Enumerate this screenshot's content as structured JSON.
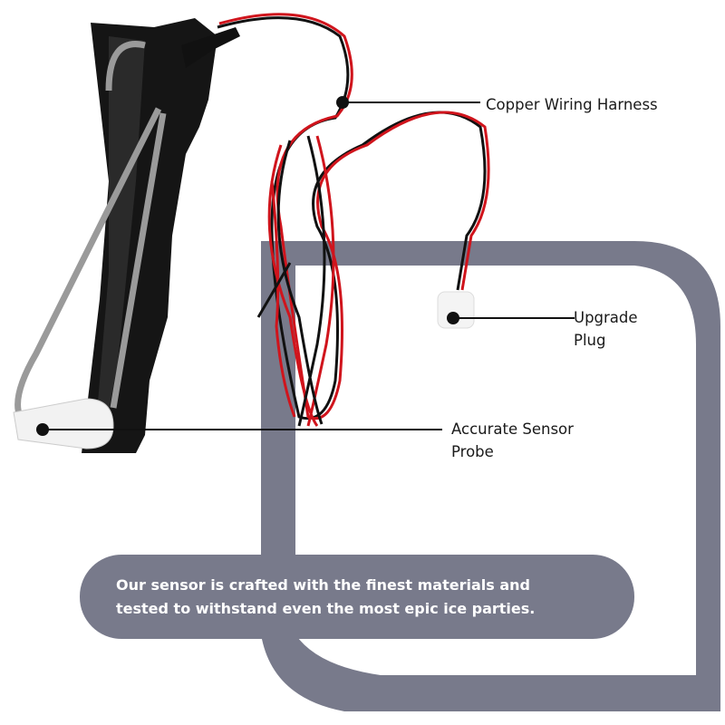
{
  "colors": {
    "frame": "#787a8b",
    "wire_red": "#d0141c",
    "wire_black": "#111111",
    "bracket": "#151515",
    "probe_wire": "#9a9a9a"
  },
  "callouts": [
    {
      "id": "harness",
      "lines": [
        "Copper Wiring Harness"
      ]
    },
    {
      "id": "plug",
      "lines": [
        "Upgrade",
        "Plug"
      ]
    },
    {
      "id": "probe",
      "lines": [
        "Accurate Sensor",
        "Probe"
      ]
    }
  ],
  "banner": {
    "lines": [
      "Our sensor is crafted with the finest materials and",
      "tested to withstand even the most epic ice parties."
    ]
  }
}
